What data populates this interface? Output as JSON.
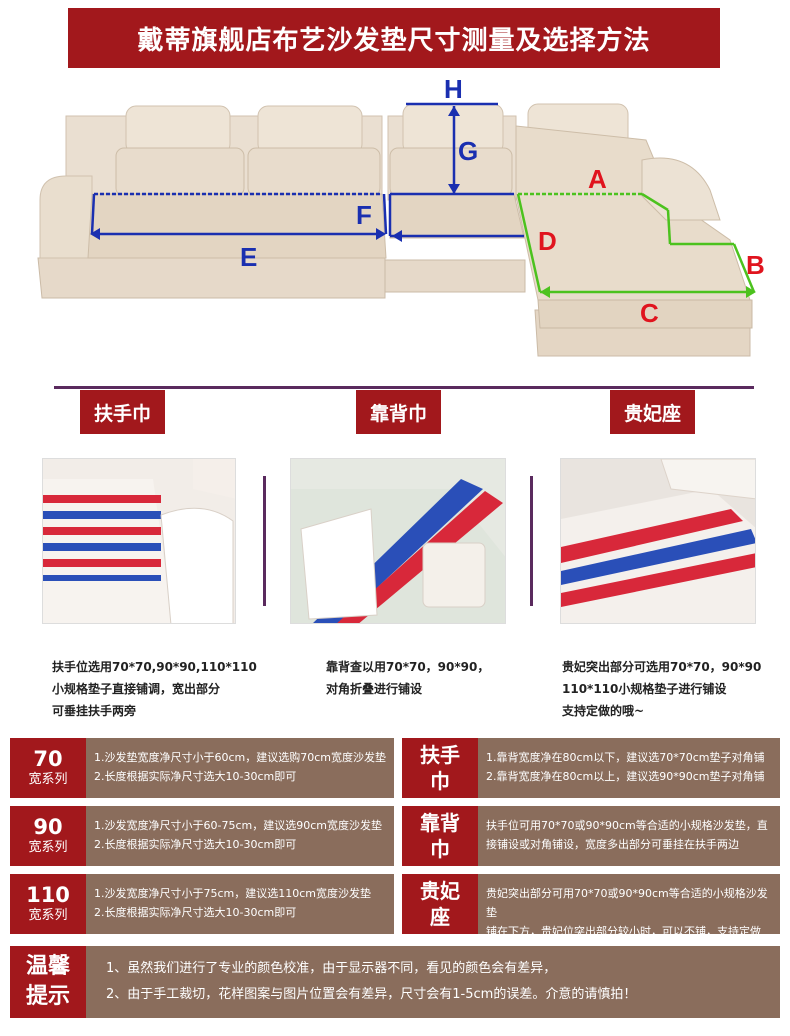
{
  "title": "戴蒂旗舰店布艺沙发垫尺寸测量及选择方法",
  "measure_labels": {
    "a": "A",
    "b": "B",
    "c": "C",
    "d": "D",
    "e": "E",
    "f": "F",
    "g": "G",
    "h": "H"
  },
  "sections": [
    {
      "label": "扶手巾",
      "caption": [
        "扶手位选用70*70,90*90,110*110",
        "小规格垫子直接铺调，宽出部分",
        "可垂挂扶手两旁"
      ]
    },
    {
      "label": "靠背巾",
      "caption": [
        "靠背查以用70*70，90*90，",
        "对角折叠进行铺设"
      ]
    },
    {
      "label": "贵妃座",
      "caption": [
        "贵妃突出部分可选用70*70，90*90",
        "110*110小规格垫子进行铺设",
        "支持定做的哦~"
      ]
    }
  ],
  "rows_left": [
    {
      "big": "70",
      "small": "宽系列",
      "lines": [
        "1.沙发垫宽度净尺寸小于60cm，建议选购70cm宽度沙发垫",
        "2.长度根据实际净尺寸选大10-30cm即可"
      ]
    },
    {
      "big": "90",
      "small": "宽系列",
      "lines": [
        "1.沙发宽度净尺寸小于60-75cm，建议选90cm宽度沙发垫",
        "2.长度根据实际净尺寸选大10-30cm即可"
      ]
    },
    {
      "big": "110",
      "small": "宽系列",
      "lines": [
        "1.沙发宽度净尺寸小于75cm，建议选110cm宽度沙发垫",
        "2.长度根据实际净尺寸选大10-30cm即可"
      ]
    }
  ],
  "rows_right": [
    {
      "l1": "扶手",
      "l2": "巾",
      "lines": [
        "1.靠背宽度净在80cm以下，建议选70*70cm垫子对角铺",
        "2.靠背宽度净在80cm以上，建议选90*90cm垫子对角铺"
      ]
    },
    {
      "l1": "靠背",
      "l2": "巾",
      "lines": [
        "扶手位可用70*70或90*90cm等合适的小规格沙发垫，直",
        "接铺设或对角铺设，宽度多出部分可垂挂在扶手两边"
      ]
    },
    {
      "l1": "贵妃",
      "l2": "座",
      "lines": [
        "贵妃突出部分可用70*70或90*90cm等合适的小规格沙发垫",
        "铺在下方，贵妃位突出部分较小时，可以不铺，支持定做"
      ]
    }
  ],
  "tips": {
    "l1": "温馨",
    "l2": "提示",
    "lines": [
      "1、虽然我们进行了专业的颜色校准，由于显示器不同，看见的颜色会有差异，",
      "2、由于手工裁切，花样图案与图片位置会有差异，尺寸会有1-5cm的误差。介意的请慎拍！"
    ]
  },
  "colors": {
    "banner": "#a2181c",
    "panel": "#8a6d5c",
    "divider": "#5a2a5e",
    "measure_blue": "#1a2fb0",
    "measure_green": "#4cc21e",
    "letter_red": "#e0141e"
  }
}
